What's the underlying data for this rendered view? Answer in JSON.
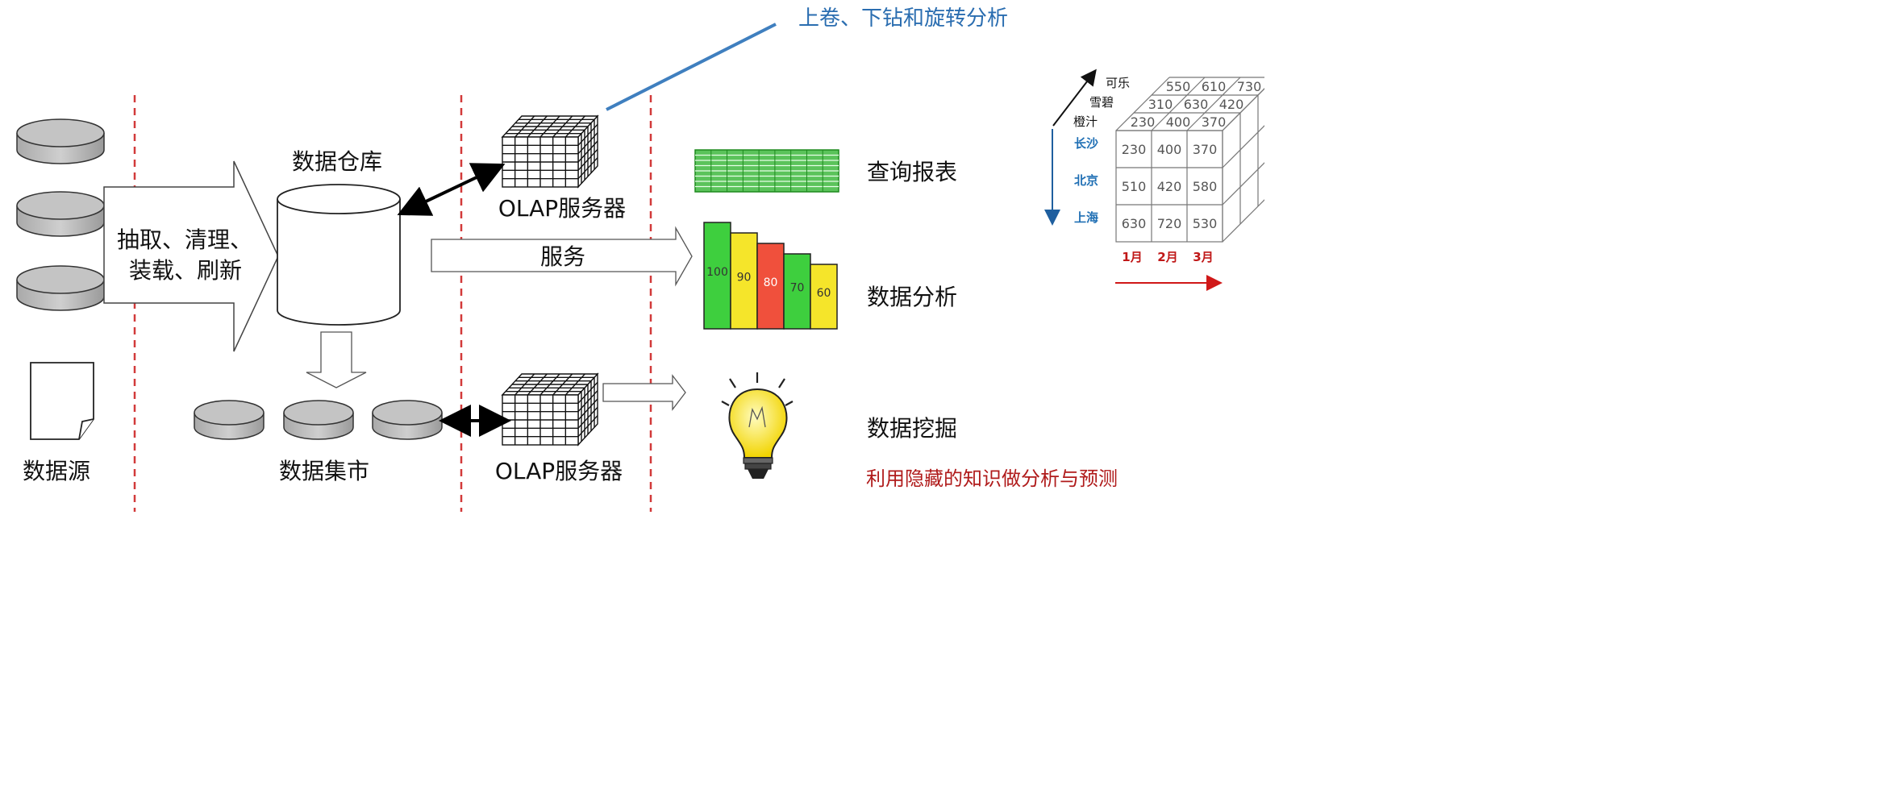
{
  "labels": {
    "top_annotation": "上卷、下钻和旋转分析",
    "warehouse": "数据仓库",
    "olap_top": "OLAP服务器",
    "olap_bottom": "OLAP服务器",
    "etl_line1": "抽取、清理、",
    "etl_line2": "装载、刷新",
    "service": "服务",
    "data_source": "数据源",
    "data_mart": "数据集市",
    "query_report": "查询报表",
    "data_analysis": "数据分析",
    "data_mining": "数据挖掘",
    "mining_note": "利用隐藏的知识做分析与预测"
  },
  "bars": [
    {
      "label": "100",
      "color": "#3ecf3e"
    },
    {
      "label": "90",
      "color": "#f5e52a"
    },
    {
      "label": "80",
      "color": "#f0503c"
    },
    {
      "label": "70",
      "color": "#3ecf3e"
    },
    {
      "label": "60",
      "color": "#f5e52a"
    }
  ],
  "cube": {
    "products": [
      "可乐",
      "雪碧",
      "橙汁"
    ],
    "cities": [
      "长沙",
      "北京",
      "上海"
    ],
    "months": [
      "1月",
      "2月",
      "3月"
    ],
    "front": [
      [
        "230",
        "400",
        "370"
      ],
      [
        "510",
        "420",
        "580"
      ],
      [
        "630",
        "720",
        "530"
      ]
    ],
    "top_rows": [
      [
        "550",
        "610",
        "730"
      ],
      [
        "310",
        "630",
        "420"
      ],
      [
        "230",
        "400",
        "370"
      ]
    ]
  },
  "colors": {
    "divider": "#d23a3a",
    "blue_line": "#3f7fbf",
    "report_green": "#2fa52f"
  }
}
